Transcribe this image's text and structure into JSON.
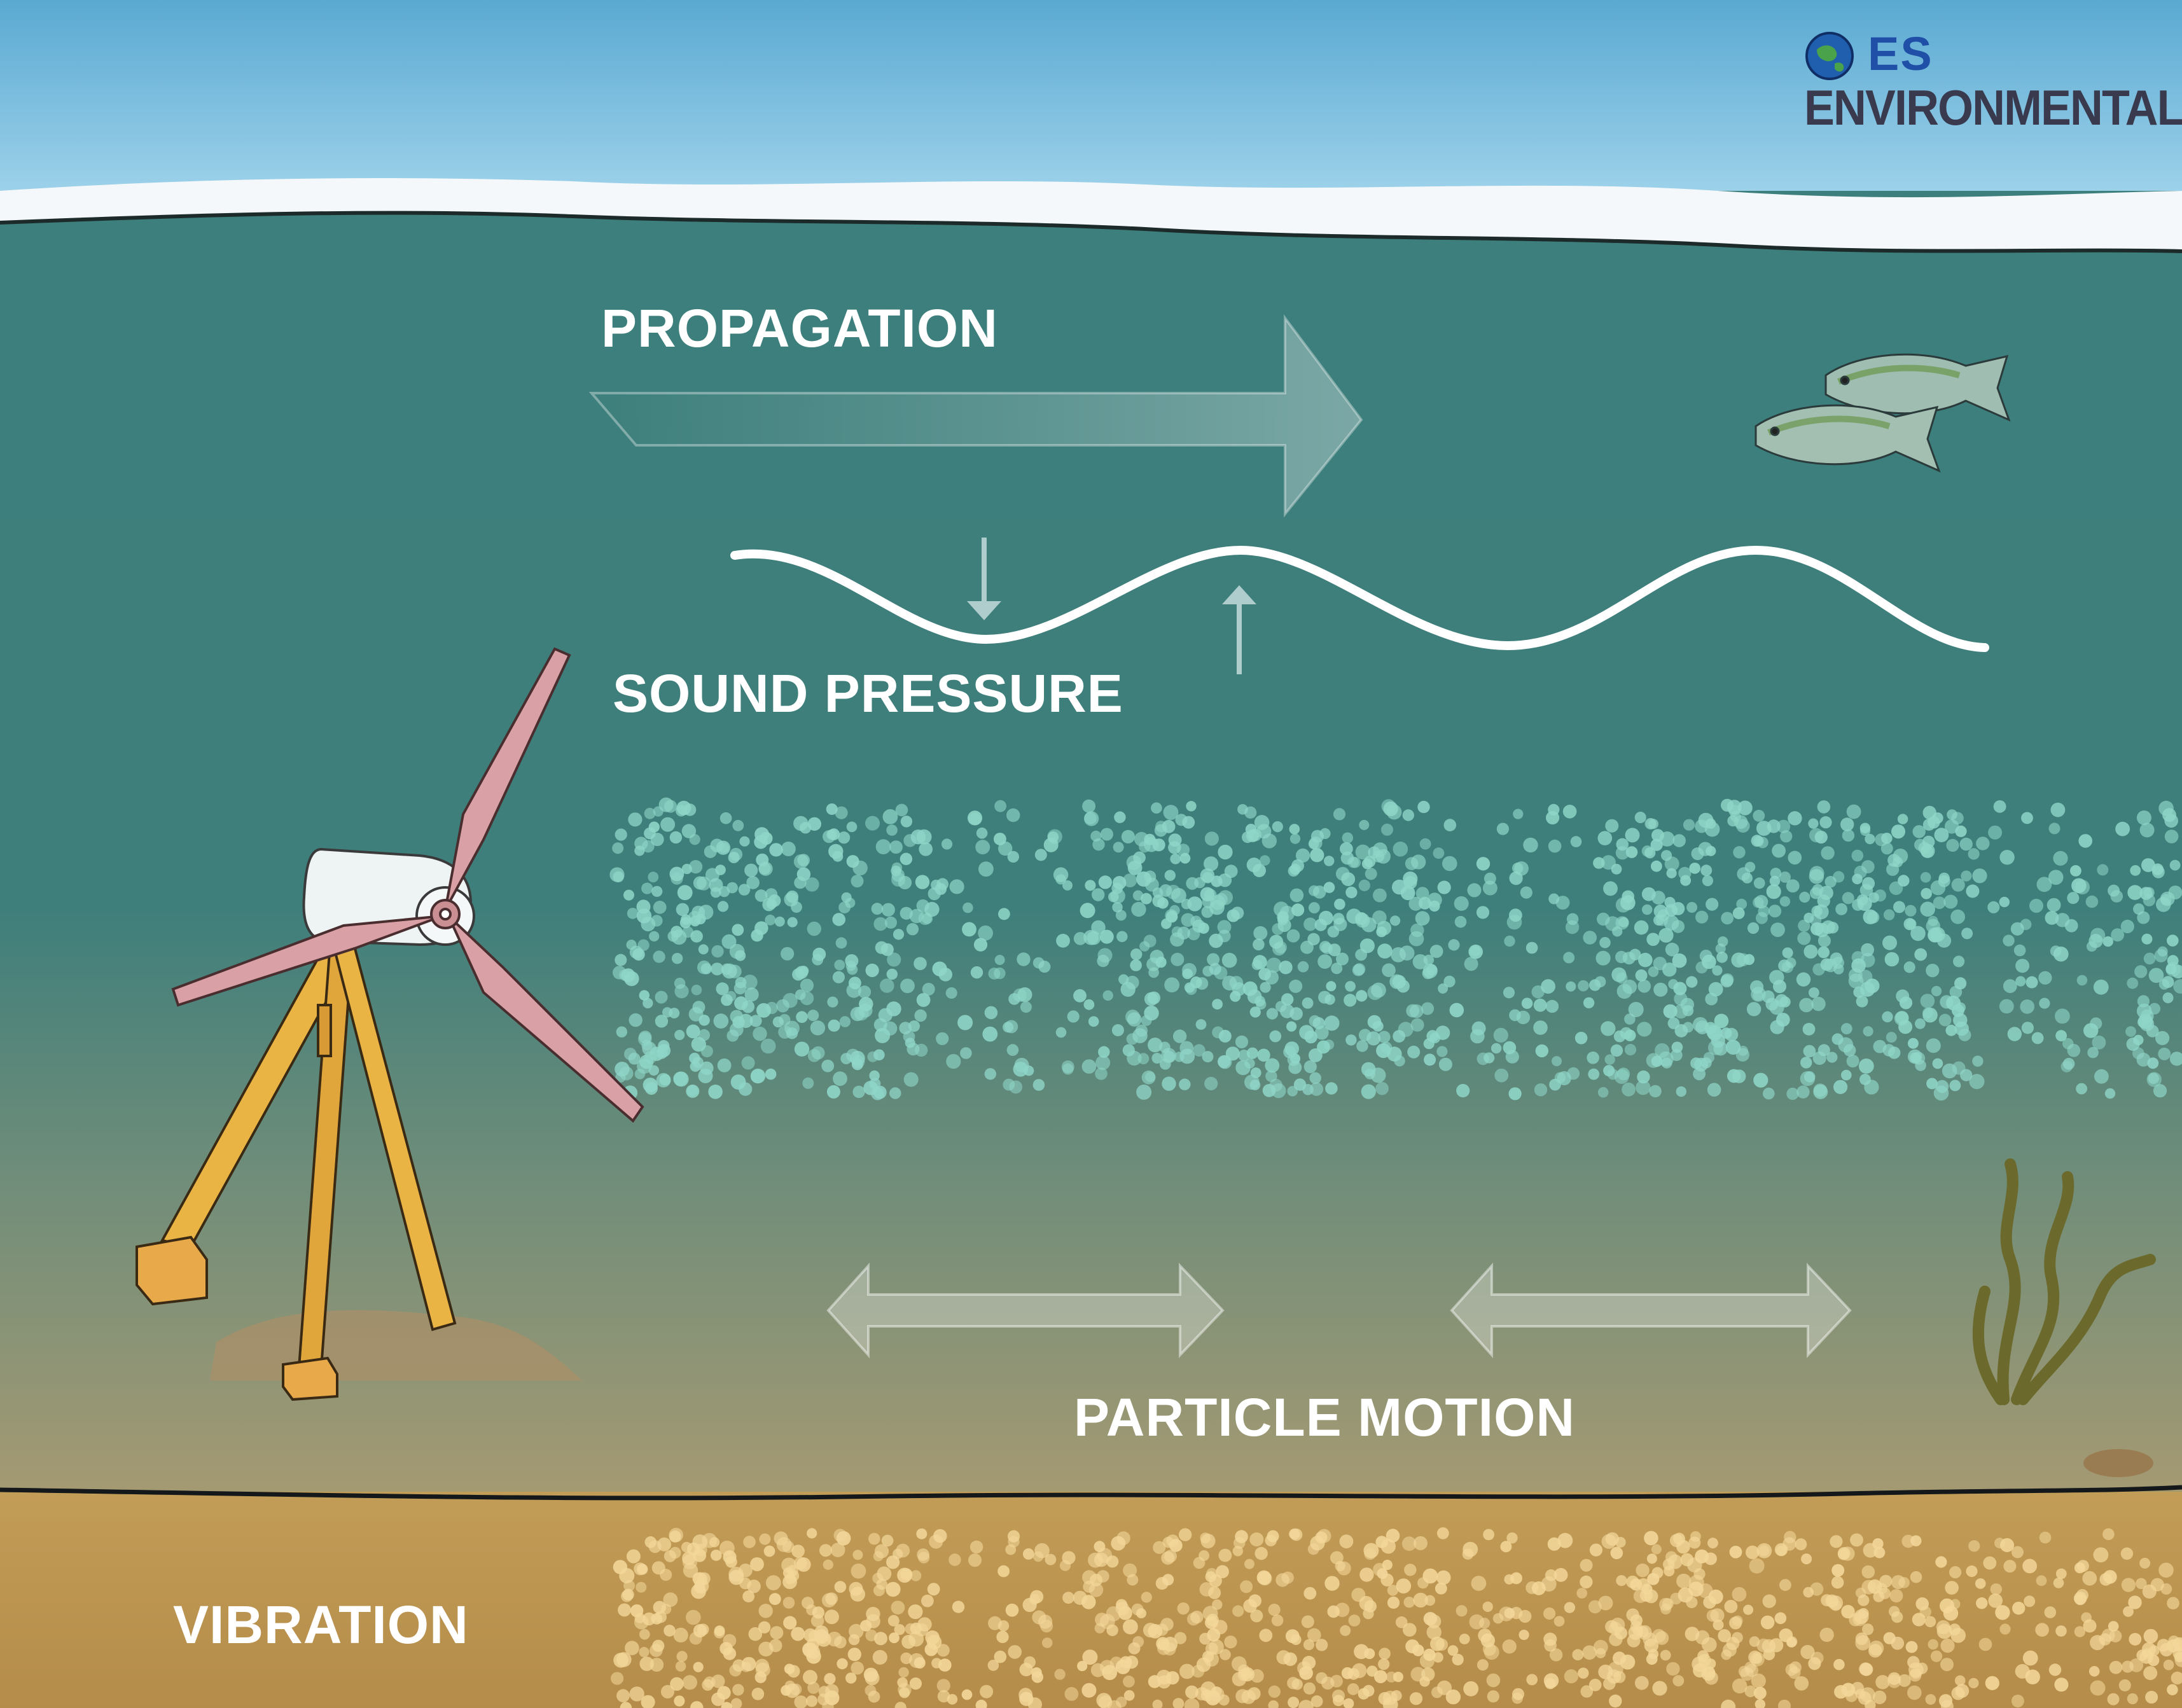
{
  "labels": {
    "propagation": "PROPAGATION",
    "sound_pressure": "SOUND PRESSURE",
    "particle_motion": "PARTICLE MOTION",
    "vibration": "VIBRATION"
  },
  "logo": {
    "line1": "ES",
    "line2": "ENVIRONMENTAL"
  },
  "colors": {
    "sky": "#6fb6d9",
    "water": "#3f7f7c",
    "seabed_sediment": "#b69a6a",
    "ground": "#c09a55",
    "water_particles": "#8fd6c8",
    "ground_particles": "#f3d79a",
    "turbine_blades": "#d9a3a8",
    "turbine_frame": "#e6b24a",
    "label_text": "#ffffff"
  }
}
